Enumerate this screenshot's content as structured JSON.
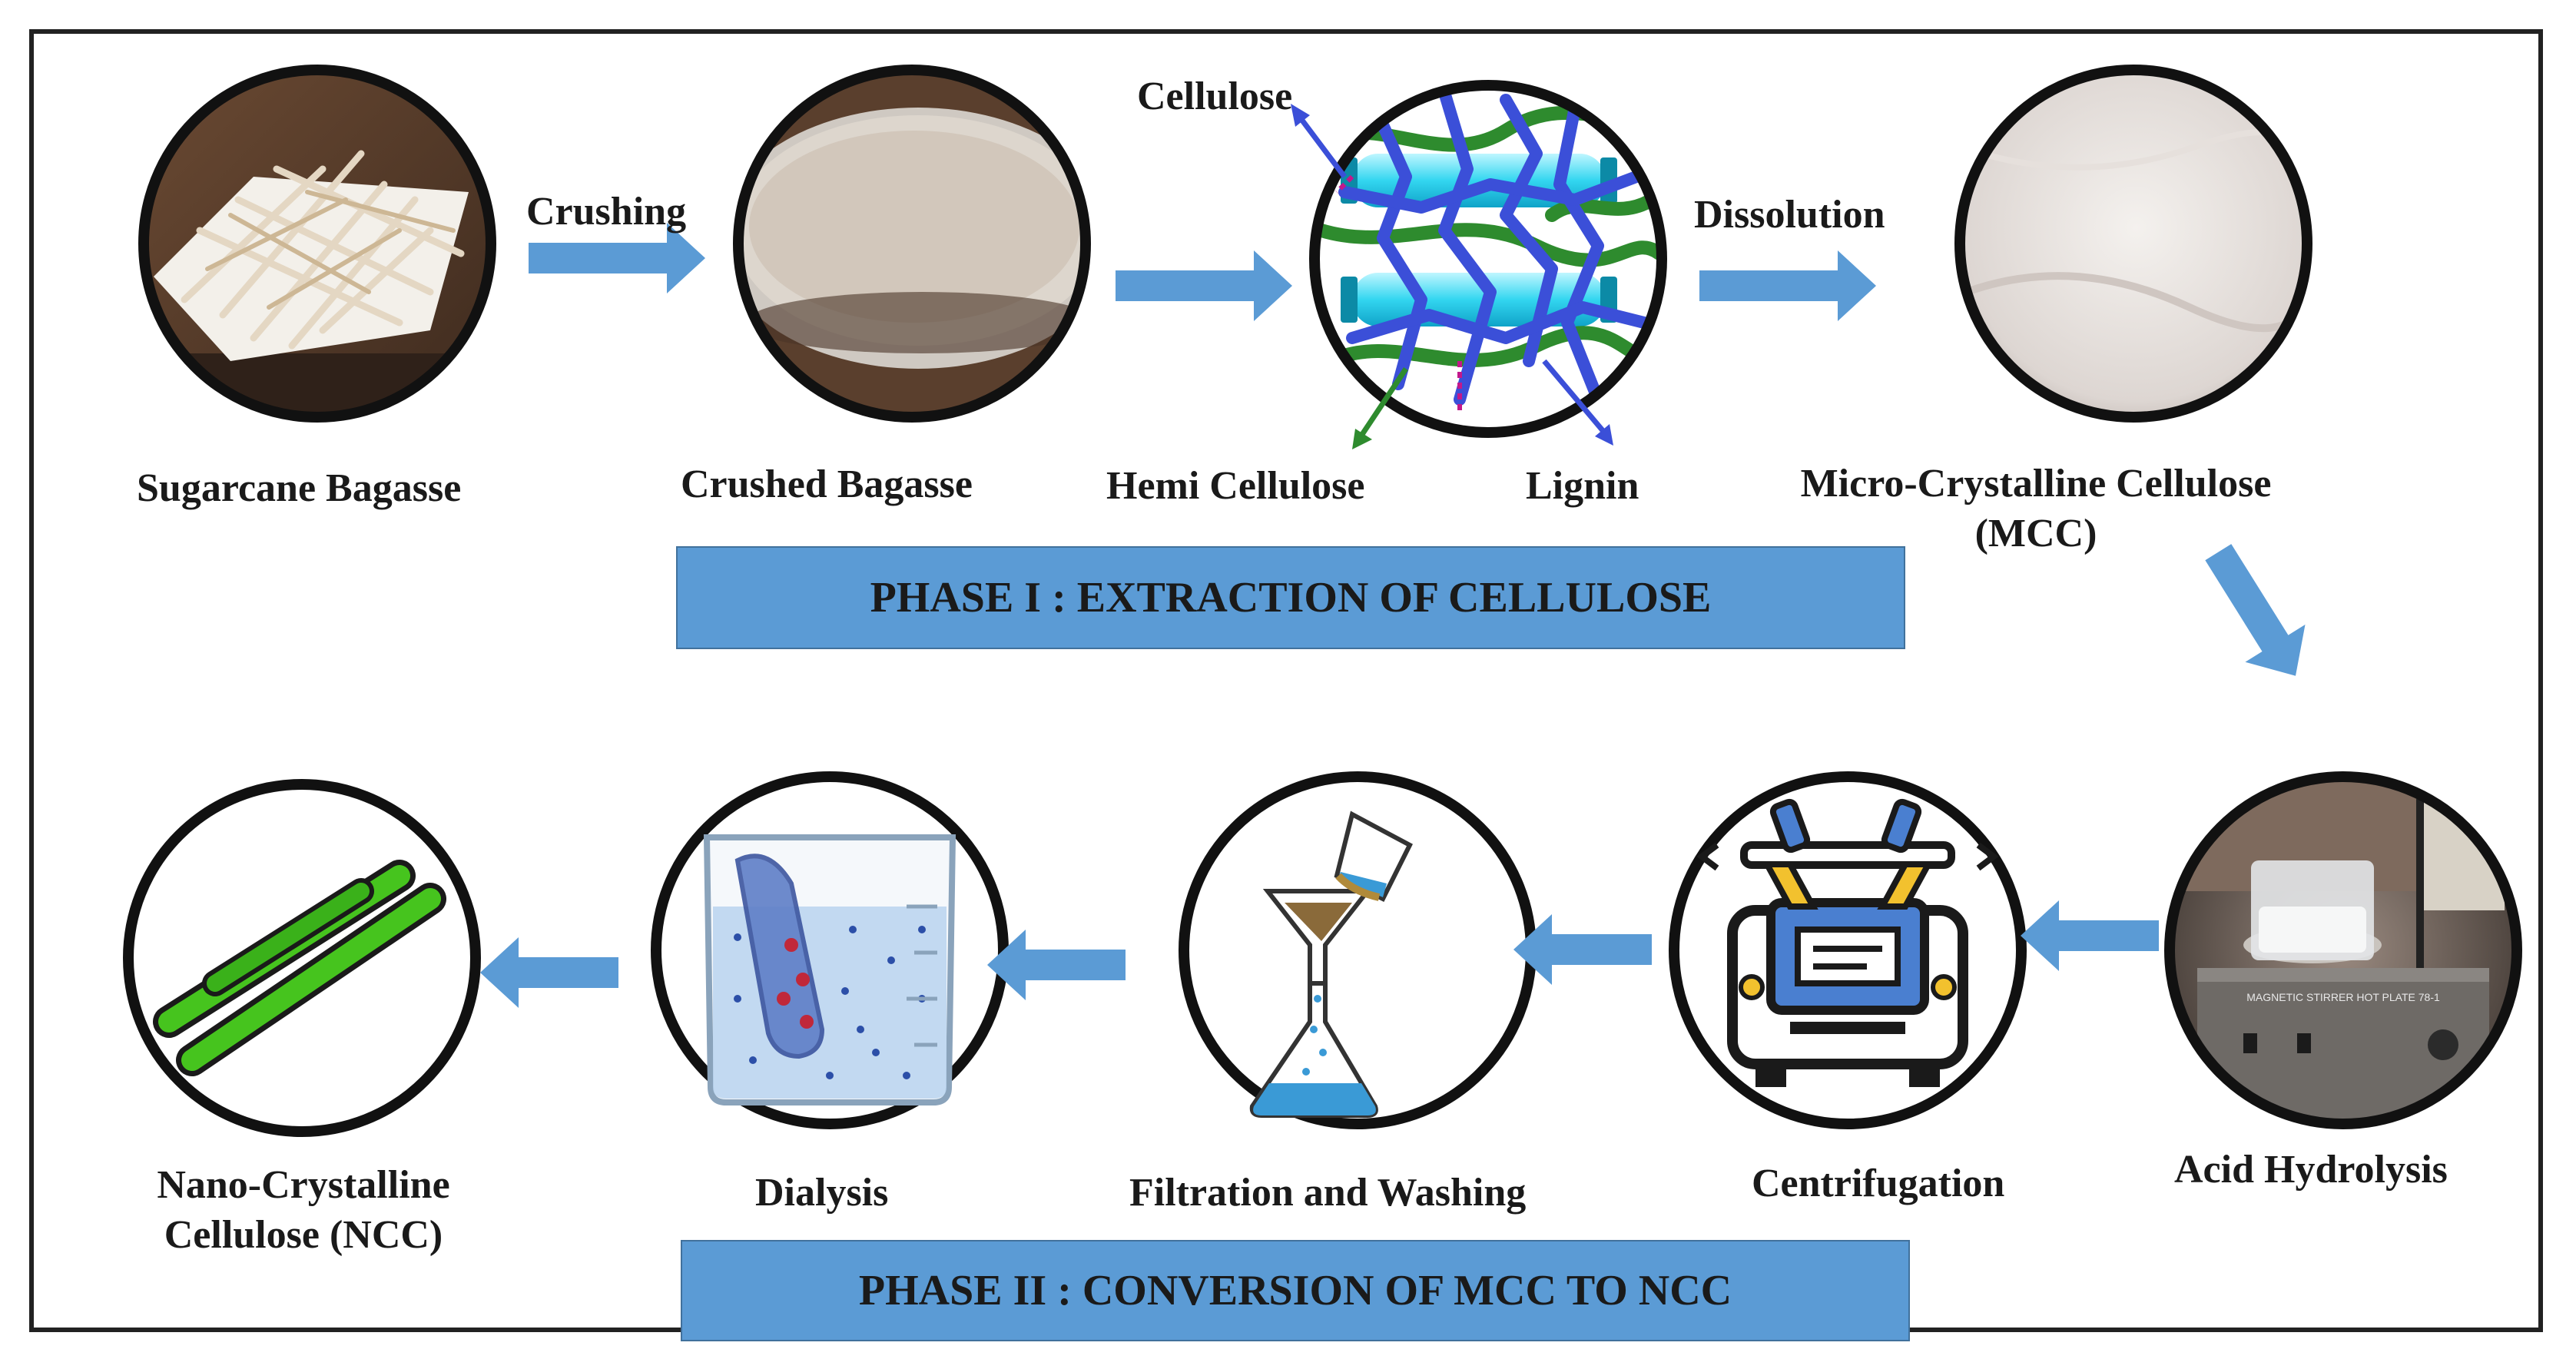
{
  "phase1": {
    "title": "PHASE I : EXTRACTION OF CELLULOSE"
  },
  "phase2": {
    "title": "PHASE II : CONVERSION OF MCC TO NCC"
  },
  "steps": {
    "sugarcane_bagasse": "Sugarcane Bagasse",
    "crushed_bagasse": "Crushed Bagasse",
    "hemi_cellulose": "Hemi Cellulose",
    "lignin": "Lignin",
    "cellulose": "Cellulose",
    "mcc_line1": "Micro-Crystalline Cellulose",
    "mcc_line2": "(MCC)",
    "acid_hydrolysis": "Acid Hydrolysis",
    "centrifugation": "Centrifugation",
    "filtration": "Filtration and Washing",
    "dialysis": "Dialysis",
    "ncc_line1": "Nano-Crystalline",
    "ncc_line2": "Cellulose (NCC)"
  },
  "arrows": {
    "crushing": "Crushing",
    "dissolution": "Dissolution"
  },
  "instrument_label": "MAGNETIC STIRRER HOT PLATE 78-1",
  "colors": {
    "arrow": "#5b9bd5",
    "phase_box": "#5b9bd5",
    "cellulose_cyan": "#33d6f0",
    "lignin_blue": "#3b4fd8",
    "hemi_green": "#2e8b2e",
    "ncc_green": "#46c41e"
  }
}
